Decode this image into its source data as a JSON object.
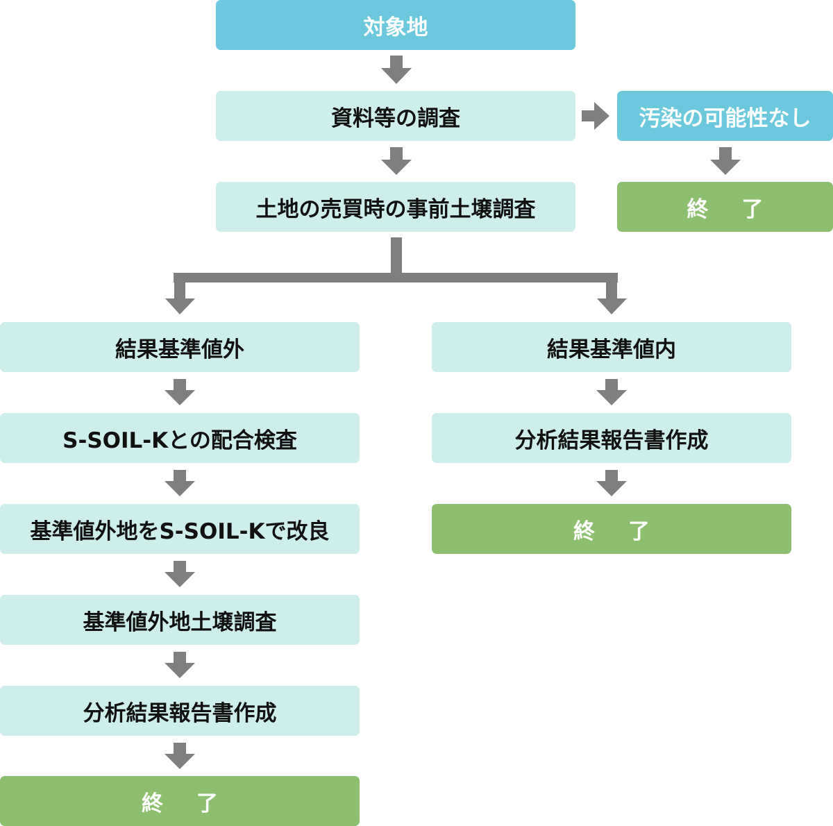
{
  "colors": {
    "blue": "#6cc8dc",
    "mint": "#cdeeea",
    "green": "#8cc070",
    "arrow": "#7f7f7f"
  },
  "nodes": {
    "target_site": "対象地",
    "document_survey": "資料等の調査",
    "no_contamination": "汚染の可能性なし",
    "end_char_1": "終",
    "end_char_2": "了",
    "pre_sale_survey": "土地の売買時の事前土壌調査",
    "out_of_standard": "結果基準値外",
    "within_standard": "結果基準値内",
    "mix_test": "S-SOIL-Kとの配合検査",
    "improvement": "基準値外地をS-SOIL-Kで改良",
    "out_site_soil_survey": "基準値外地土壌調査",
    "report_left": "分析結果報告書作成",
    "report_right": "分析結果報告書作成"
  }
}
